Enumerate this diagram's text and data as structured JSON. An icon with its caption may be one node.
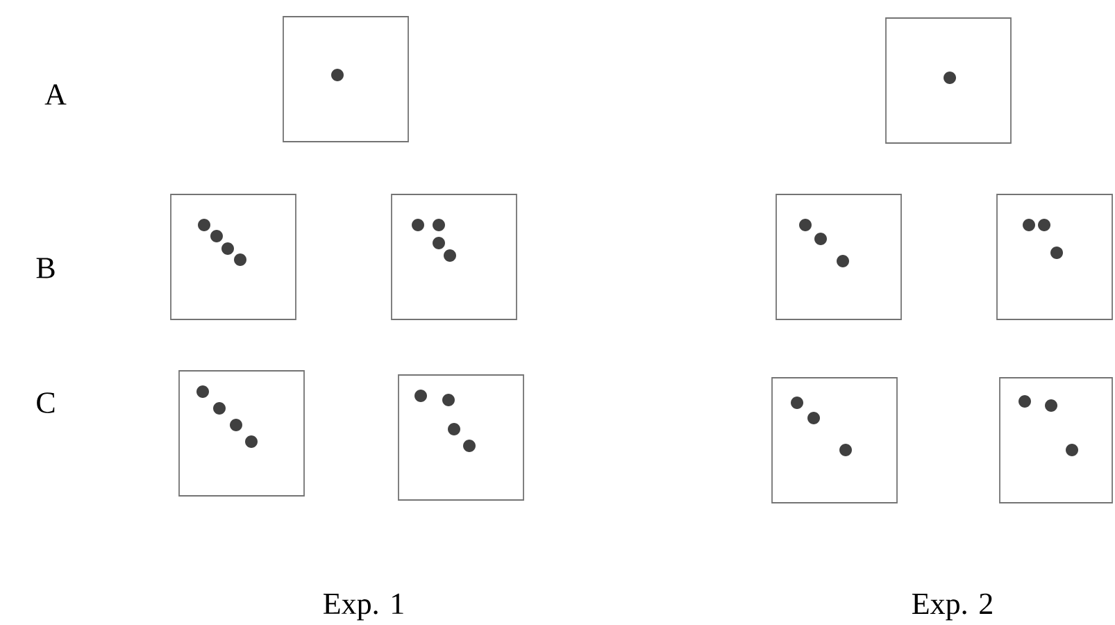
{
  "diagram": {
    "nodes": [
      {
        "text": [],
        "shape": "box"
      },
      {
        "text": [],
        "shape": "box"
      },
      {
        "text": [],
        "shape": "box"
      },
      {
        "text": [],
        "shape": "box"
      },
      {
        "text": [],
        "shape": "box"
      },
      {
        "text": [],
        "shape": "box"
      },
      {
        "text": [],
        "shape": "box"
      },
      {
        "text": [],
        "shape": "box"
      },
      {
        "text": [],
        "shape": "box"
      },
      {
        "text": [],
        "shape": "box"
      }
    ],
    "labels": [
      "A",
      "B",
      "C",
      "Exp. 1",
      "Exp. 2"
    ]
  }
}
